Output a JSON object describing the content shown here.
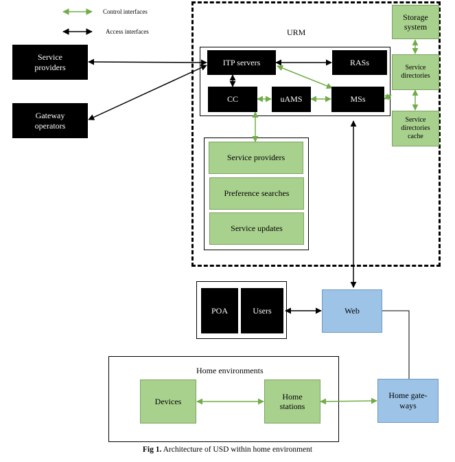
{
  "legend": {
    "control": "Control interfaces",
    "access": "Access interfaces",
    "colors": {
      "control": "#70ad47",
      "access": "#000000"
    }
  },
  "urm": {
    "title": "URM",
    "itp_servers": "ITP servers",
    "rass": "RASs",
    "cc": "CC",
    "uams": "uAMS",
    "mss": "MSs"
  },
  "external": {
    "service_providers": "Service providers",
    "gateway_operators": "Gateway operators"
  },
  "storage": {
    "storage_system": "Storage system",
    "service_directories": "Service directories",
    "service_directories_cache": "Service directories cache"
  },
  "cc_functions": {
    "service_providers": "Service providers",
    "preference_searches": "Preference searches",
    "service_updates": "Service updates"
  },
  "access": {
    "poa": "POA",
    "users": "Users",
    "web": "Web"
  },
  "home": {
    "title": "Home environments",
    "devices": "Devices",
    "home_stations": "Home stations",
    "home_gateways": "Home gate-ways"
  },
  "caption": {
    "label": "Fig 1.",
    "text": "Architecture of USD within home environment"
  }
}
